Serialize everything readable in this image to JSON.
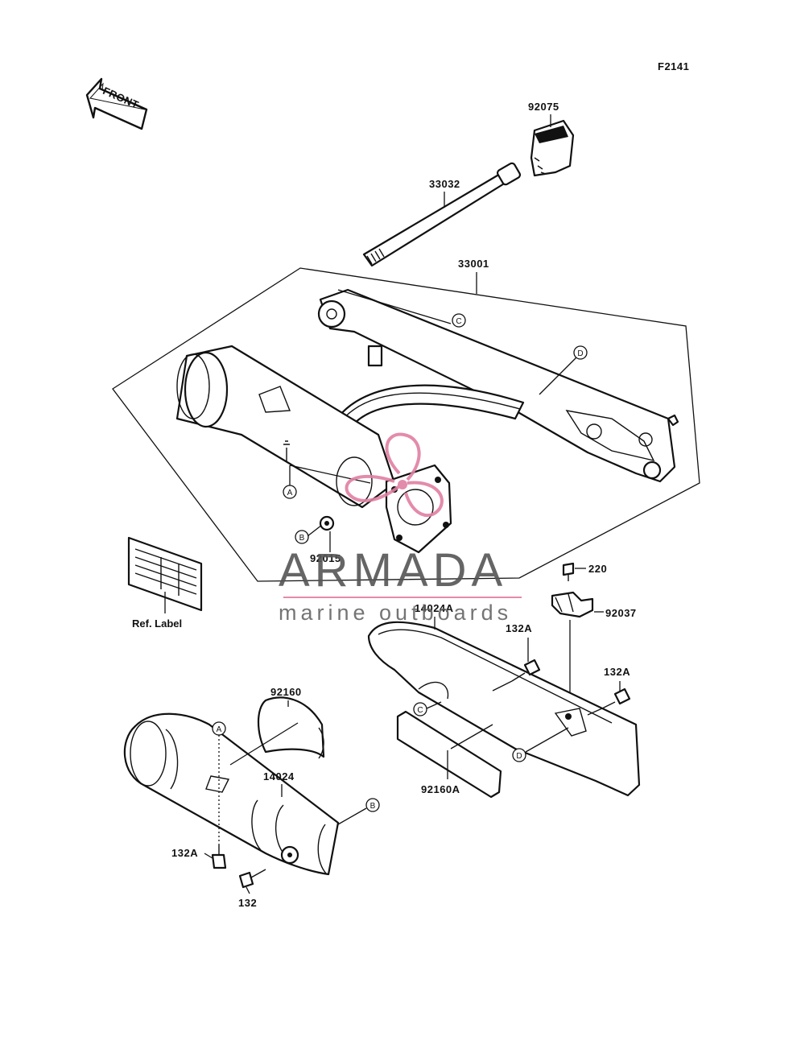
{
  "figure_code": "F2141",
  "front_arrow_label": "FRONT",
  "ref_label": "Ref. Label",
  "parts": {
    "p92075": "92075",
    "p33032": "33032",
    "p33001": "33001",
    "p92015": "92015",
    "p220": "220",
    "p92037": "92037",
    "p14024A": "14024A",
    "p132A_top": "132A",
    "p132A_right": "132A",
    "p92160": "92160",
    "p14024": "14024",
    "p92160A": "92160A",
    "p132A_left": "132A",
    "p132": "132"
  },
  "callouts": {
    "A": "A",
    "B": "B",
    "C": "C",
    "D": "D"
  },
  "watermark": {
    "brand": "ARMADA",
    "tagline": "marine outboards",
    "accent_color": "#e07fa3"
  }
}
